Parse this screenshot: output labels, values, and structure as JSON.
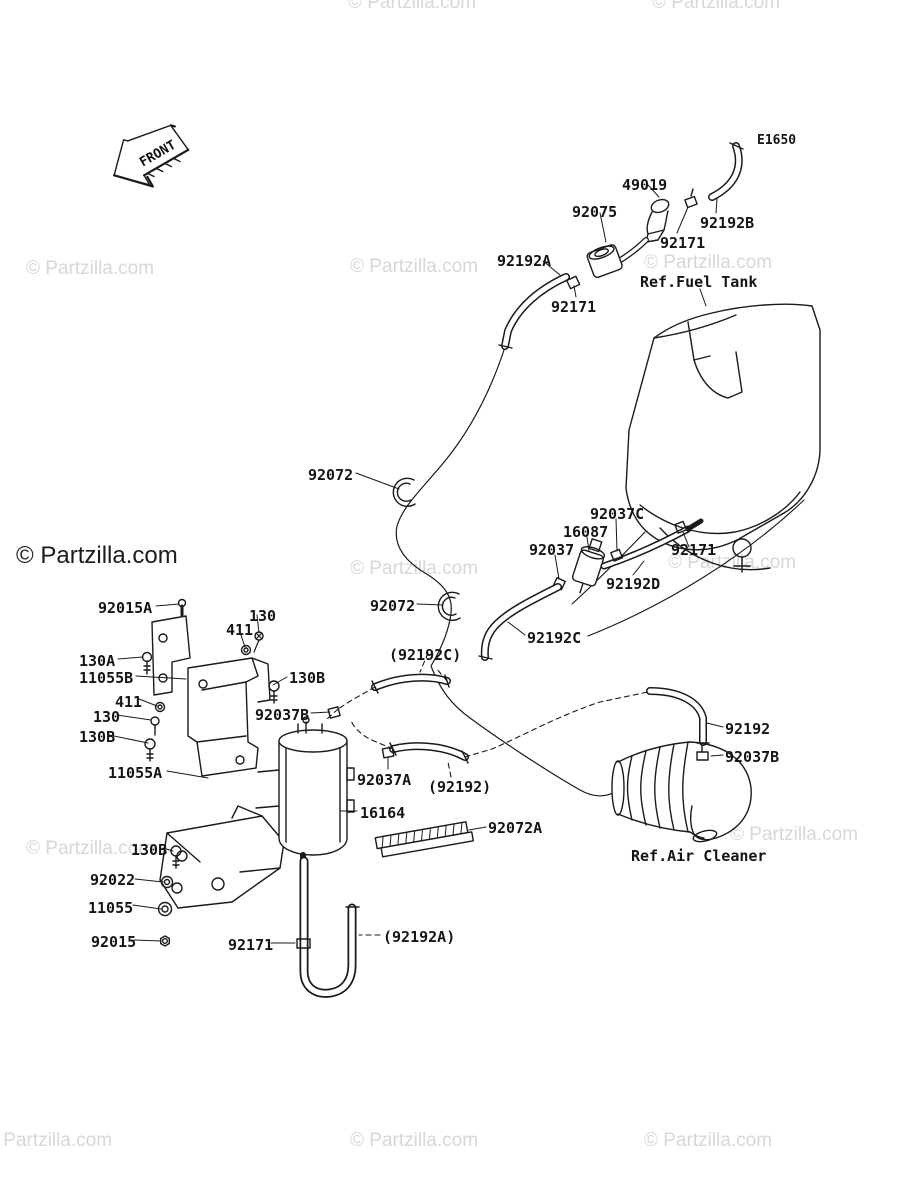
{
  "diagram": {
    "code": "E1650",
    "front_arrow": "FRONT",
    "watermark": "© Partzilla.com",
    "labels": [
      "49019",
      "92075",
      "92192B",
      "92171",
      "92192A",
      "Ref.Fuel Tank",
      "92171",
      "92072",
      "92037C",
      "16087",
      "92037",
      "92171",
      "92192D",
      "92072",
      "92192C",
      "(92192C)",
      "92015A",
      "130",
      "411",
      "130A",
      "11055B",
      "130B",
      "411",
      "130",
      "92037B",
      "130B",
      "11055A",
      "92037A",
      "(92192)",
      "92192",
      "92037B",
      "16164",
      "92072A",
      "Ref.Air Cleaner",
      "130B",
      "92022",
      "11055",
      "92015",
      "92171",
      "(92192A)"
    ],
    "colors": {
      "line": "#1a1a1a",
      "watermark_light": "#d7d7d7",
      "watermark_dark": "#1b1b1b",
      "background": "#ffffff"
    }
  }
}
